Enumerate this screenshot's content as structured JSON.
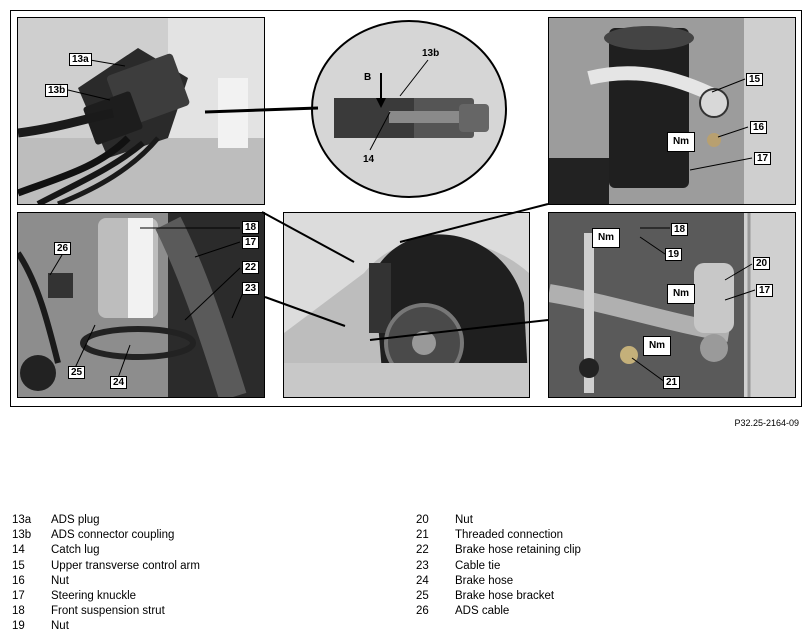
{
  "figure": {
    "reference_code": "P32.25-2164-09",
    "callouts": {
      "c13a": "13a",
      "c13b_left": "13b",
      "c13b_zoom": "13b",
      "cB": "B",
      "c14": "14",
      "c15": "15",
      "c16": "16",
      "c17_top": "17",
      "c18_left": "18",
      "c17_left": "17",
      "c22": "22",
      "c23": "23",
      "c26": "26",
      "c25": "25",
      "c24": "24",
      "c18_right": "18",
      "c19": "19",
      "c20": "20",
      "c17_right": "17",
      "c21": "21"
    },
    "nm_label": "Nm"
  },
  "legend": {
    "left": [
      {
        "num": "13a",
        "text": "ADS plug"
      },
      {
        "num": "13b",
        "text": "ADS connector coupling"
      },
      {
        "num": "14",
        "text": "Catch lug"
      },
      {
        "num": "15",
        "text": "Upper transverse control arm"
      },
      {
        "num": "16",
        "text": "Nut"
      },
      {
        "num": "17",
        "text": "Steering knuckle"
      },
      {
        "num": "18",
        "text": "Front suspension strut"
      },
      {
        "num": "19",
        "text": "Nut"
      }
    ],
    "right": [
      {
        "num": "20",
        "text": "Nut"
      },
      {
        "num": "21",
        "text": "Threaded connection"
      },
      {
        "num": "22",
        "text": "Brake hose retaining clip"
      },
      {
        "num": "23",
        "text": "Cable tie"
      },
      {
        "num": "24",
        "text": "Brake hose"
      },
      {
        "num": "25",
        "text": "Brake hose bracket"
      },
      {
        "num": "26",
        "text": "ADS cable"
      }
    ]
  }
}
